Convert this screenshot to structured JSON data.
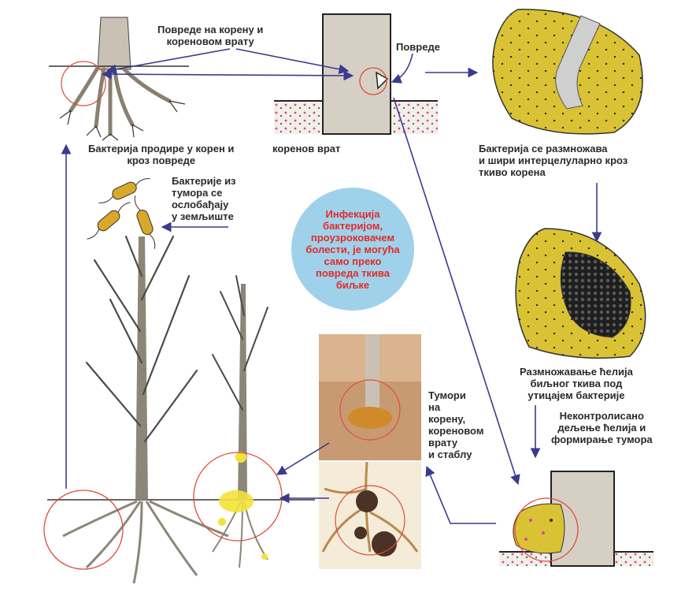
{
  "labels": {
    "root_damage": "Повреде на корену и\nкореновом врату",
    "damage": "Повреде",
    "enters_root": "Бактерија продире у корен и\nкроз повреде",
    "root_collar": "коренов врат",
    "multiplies": "Бактерија се размножава\nи шири интерцелуларно кроз\nткиво корена",
    "released": "Бактерије из\nтумора се\nослобађају\nу земљиште",
    "cell_multiplication": "Размножавање ћелија\nбиљног ткива под\nутицајем бактерије",
    "tumor_formation": "Неконтролисано\nдељење ћелија и\nформирање тумора",
    "tumors": "Тумори\nна\nкорену,\nкореновом\nврату\nи стаблу"
  },
  "callout": "Инфекција\nбактеријом,\nпроузроковачем\nболести, је могућа\nсамо преко\nповреда ткива\nбиљке",
  "colors": {
    "arrow": "#3b3a8f",
    "callout_bg": "#9fd2ea",
    "callout_text": "#e02b2b",
    "cell_fill": "#d9c234",
    "trunk": "#d6d0c4",
    "highlight_circle": "#e04a3a"
  }
}
